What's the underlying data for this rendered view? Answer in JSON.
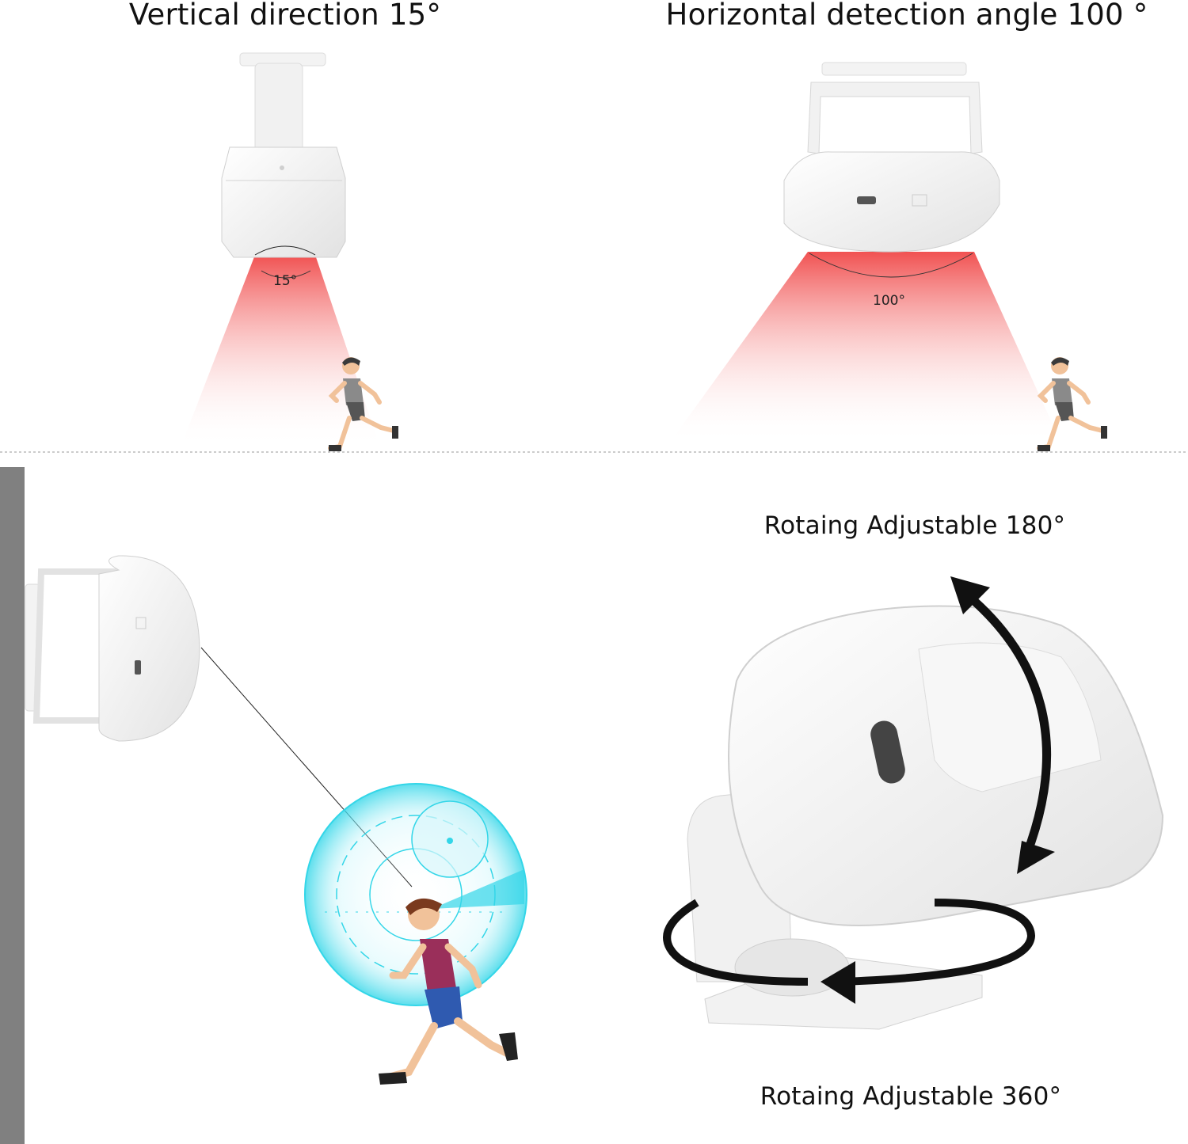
{
  "captions": {
    "vertical": "Vertical direction 15°",
    "horizontal": "Horizontal detection angle 100 °",
    "rotate_180": "Rotaing Adjustable 180°",
    "rotate_360": "Rotaing Adjustable 360°"
  },
  "angle_labels": {
    "vertical": "15°",
    "horizontal": "100°"
  },
  "colors": {
    "beam": "#f05050",
    "wall": "#808080",
    "device": "#f1f1f1",
    "device_outline": "#d6d6d6",
    "scan": "#33d6e8",
    "arrow": "#111111"
  },
  "icons": [
    "motion-sensor-icon",
    "running-person-icon",
    "rotate-arrow-icon"
  ]
}
